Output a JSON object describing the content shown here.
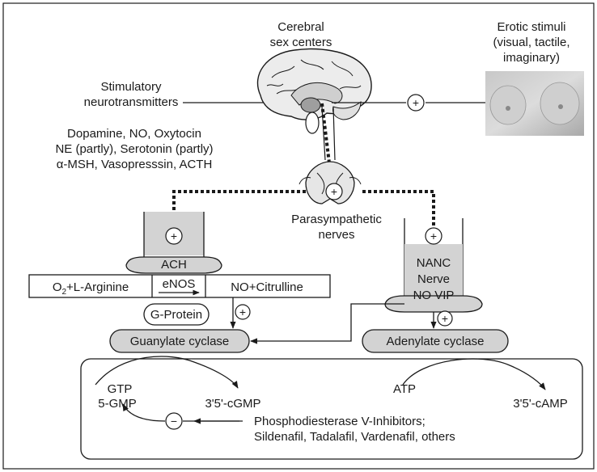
{
  "cerebral": {
    "line1": "Cerebral",
    "line2": "sex centers"
  },
  "erotic": {
    "line1": "Erotic stimuli",
    "line2": "(visual, tactile,",
    "line3": "imaginary)"
  },
  "stimulatory": {
    "line1": "Stimulatory",
    "line2": "neurotransmitters"
  },
  "transmitters": {
    "line1": "Dopamine, NO, Oxytocin",
    "line2": "NE (partly), Serotonin (partly)",
    "line3": "α-MSH, Vasopresssin, ACTH"
  },
  "parasympathetic": {
    "line1": "Parasympathetic",
    "line2": "nerves"
  },
  "ach": "ACH",
  "nanc": {
    "line1": "NANC",
    "line2": "Nerve",
    "line3": "NO VIP"
  },
  "reaction": {
    "substrate_main": "O",
    "substrate_sub": "2",
    "substrate_rest": "+L-Arginine",
    "enzyme": "eNOS",
    "product": "NO+Citrulline"
  },
  "g_protein": "G-Protein",
  "guanylate": "Guanylate cyclase",
  "adenylate": "Adenylate cyclase",
  "gtp": "GTP",
  "gmp5": "5-GMP",
  "cgmp": "3'5'-cGMP",
  "atp": "ATP",
  "camp": "3'5'-cAMP",
  "pde": {
    "line1": "Phosphodiesterase V-Inhibitors;",
    "line2": "Sildenafil, Tadalafil, Vardenafil, others"
  },
  "plus": "+",
  "minus": "−",
  "colors": {
    "gray_fill": "#d3d3d3",
    "dark_fill": "#b0b0b0",
    "line": "#1a1a1a"
  }
}
